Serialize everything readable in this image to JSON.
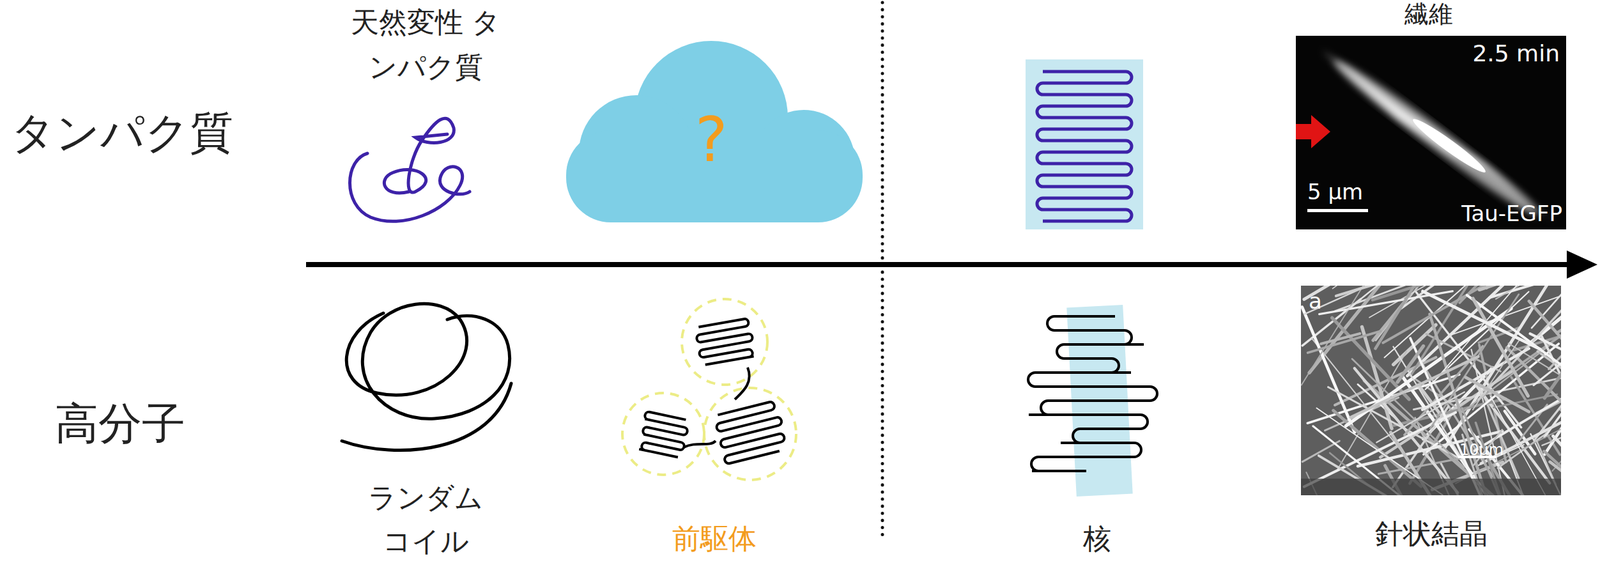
{
  "diagram": {
    "nodes": [
      {
        "text": [
          "?"
        ]
      },
      {
        "text": [
          "2.5 min",
          "5 µm",
          "Tau-EGFP"
        ]
      },
      {
        "text": [
          "a",
          "10μm"
        ]
      }
    ],
    "labels": [
      "タンパク質",
      "高分子",
      "天然変性 タンパク質",
      "繊維",
      "ランダム コイル",
      "前駆体",
      "核",
      "針状結晶"
    ]
  }
}
